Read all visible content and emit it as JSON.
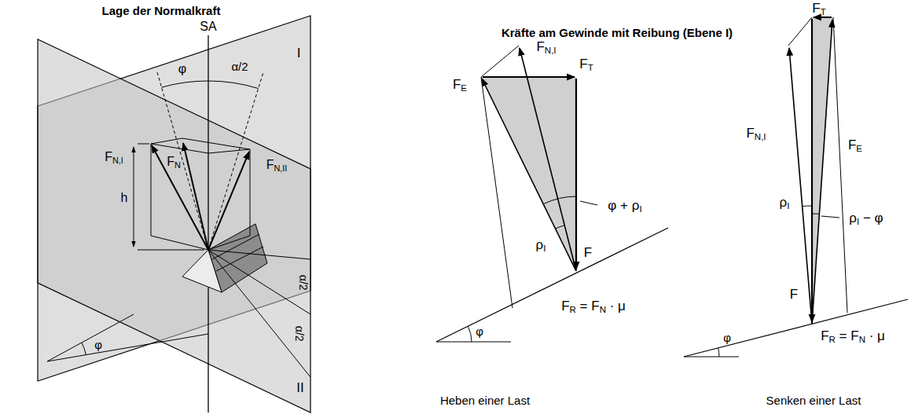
{
  "diagram": {
    "labels": [
      "Lage der Normalkraft",
      "SA",
      "I",
      "II",
      "φ",
      "α/2",
      "h",
      "FN,I",
      "FN",
      "FN,II",
      "α/2",
      "α/2",
      "φ",
      "Kräfte am Gewinde mit Reibung (Ebene I)",
      "FN,I",
      "FT",
      "FE",
      "φ + ρI",
      "ρI",
      "F",
      "FR = FN · μ",
      "φ",
      "Heben einer Last",
      "FT",
      "FN,I",
      "FE",
      "ρI",
      "ρI − φ",
      "F",
      "FR = FN · μ",
      "φ",
      "Senken einer Last"
    ]
  }
}
